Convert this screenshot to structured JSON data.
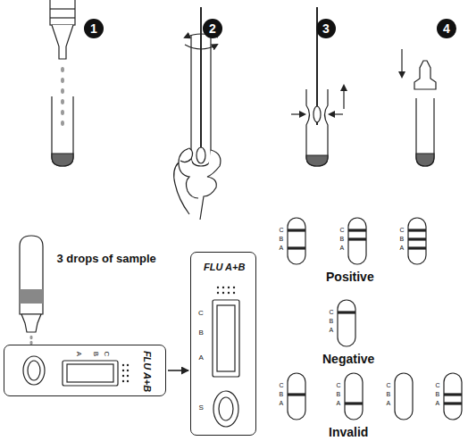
{
  "diagram": {
    "nodes": [
      {
        "text": [
          "1"
        ]
      },
      {
        "text": [
          "2"
        ]
      },
      {
        "text": [
          "3"
        ]
      },
      {
        "text": [
          "4"
        ]
      },
      {
        "text": [
          "FLU A+B",
          "A",
          "B",
          "C"
        ]
      },
      {
        "text": [
          "FLU A+B",
          "C",
          "B",
          "A",
          "S"
        ]
      }
    ],
    "edges": [
      {
        "from": 4,
        "to": 5,
        "arrow": "to"
      }
    ],
    "labels": [
      "3 drops of sample",
      "C",
      "B",
      "A",
      "C",
      "B",
      "A",
      "C",
      "B",
      "A",
      "Positive",
      "C",
      "B",
      "A",
      "Negative",
      "C",
      "B",
      "A",
      "C",
      "B",
      "A",
      "C",
      "B",
      "A",
      "C",
      "B",
      "A",
      "Invalid"
    ]
  }
}
